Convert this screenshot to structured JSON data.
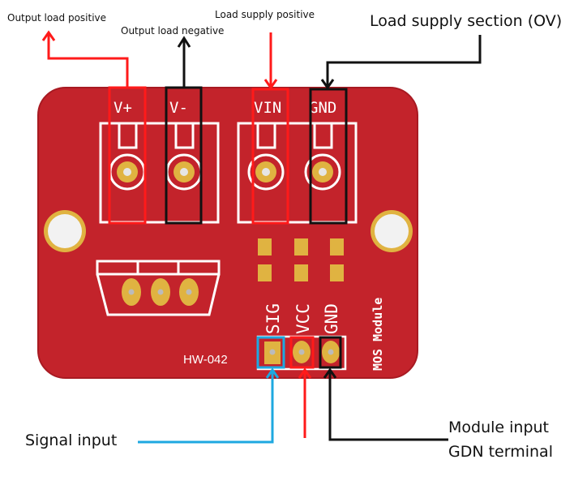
{
  "diagram": {
    "title": "MOS Module pinout annotation",
    "colors": {
      "board": "#c3232b",
      "board_edge": "#a81a22",
      "silkscreen": "#ffffff",
      "pad_gold": "#e0b341",
      "highlight_red": "#ff1a1a",
      "highlight_black": "#111111",
      "highlight_blue": "#1ea8e0"
    },
    "board": {
      "model": "HW-042",
      "name": "MOS Module",
      "terminals": [
        {
          "id": "vplus",
          "silk": "V+",
          "highlight": "red"
        },
        {
          "id": "vminus",
          "silk": "V-",
          "highlight": "black"
        },
        {
          "id": "vin",
          "silk": "VIN",
          "highlight": "red"
        },
        {
          "id": "gnd",
          "silk": "GND",
          "highlight": "black"
        }
      ],
      "header_pins": [
        {
          "id": "sig",
          "silk": "SIG",
          "highlight": "blue"
        },
        {
          "id": "vcc",
          "silk": "VCC",
          "highlight": "red"
        },
        {
          "id": "gnd2",
          "silk": "GND",
          "highlight": "black"
        }
      ]
    },
    "callouts": {
      "output_positive": "Output load positive",
      "output_negative": "Output load negative",
      "supply_positive": "Load supply positive",
      "supply_section": "Load supply section (OV)",
      "signal_input": "Signal input",
      "module_gnd_line1": "Module input",
      "module_gnd_line2": "GDN terminal"
    }
  }
}
